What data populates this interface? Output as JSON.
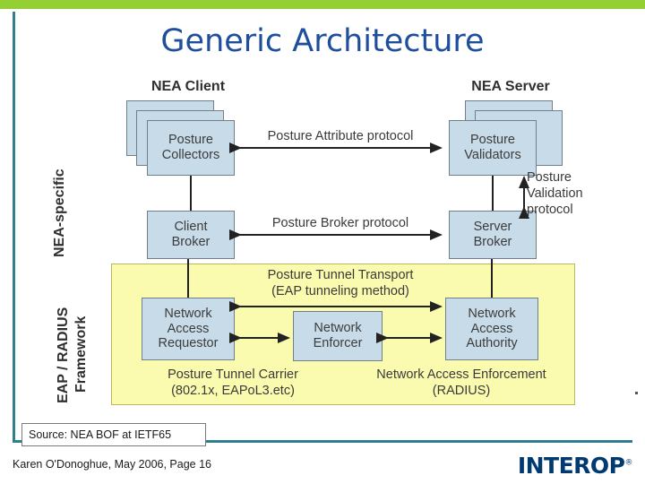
{
  "slide": {
    "title": "Generic Architecture",
    "source_note": "Source: NEA BOF at IETF65",
    "footer": "Karen O'Donoghue, May 2006, Page 16",
    "brand": "INTEROP",
    "brand_mark": "®",
    "colors": {
      "title": "#1f4e9c",
      "top_bar": "#94d034",
      "rule": "#2e7f8f",
      "box_fill": "#c8dbe8",
      "box_border": "#6f7f8c",
      "framework_fill": "#fbfbb0",
      "brand": "#003a70"
    }
  },
  "diagram": {
    "headers": {
      "client": "NEA Client",
      "server": "NEA Server"
    },
    "side_labels": {
      "nea_specific": "NEA-specific",
      "eap_radius": "EAP / RADIUS\nFramework",
      "eap_radius_line1": "EAP / RADIUS",
      "eap_radius_line2": "Framework"
    },
    "boxes": [
      {
        "id": "posture-collectors",
        "line1": "Posture",
        "line2": "Collectors"
      },
      {
        "id": "posture-validators",
        "line1": "Posture",
        "line2": "Validators"
      },
      {
        "id": "client-broker",
        "line1": "Client",
        "line2": "Broker"
      },
      {
        "id": "server-broker",
        "line1": "Server",
        "line2": "Broker"
      },
      {
        "id": "network-access-requestor",
        "line1": "Network",
        "line2": "Access",
        "line3": "Requestor"
      },
      {
        "id": "network-enforcer",
        "line1": "Network",
        "line2": "Enforcer"
      },
      {
        "id": "network-access-authority",
        "line1": "Network",
        "line2": "Access",
        "line3": "Authority"
      }
    ],
    "connector_labels": {
      "posture_attribute": "Posture Attribute protocol",
      "posture_broker": "Posture Broker protocol",
      "posture_validation_l1": "Posture",
      "posture_validation_l2": "Validation",
      "posture_validation_l3": "protocol",
      "tunnel_transport_l1": "Posture Tunnel Transport",
      "tunnel_transport_l2": "(EAP tunneling method)",
      "tunnel_carrier_l1": "Posture Tunnel Carrier",
      "tunnel_carrier_l2": "(802.1x, EAPoL3.etc)",
      "access_enforcement_l1": "Network Access Enforcement",
      "access_enforcement_l2": "(RADIUS)"
    }
  }
}
